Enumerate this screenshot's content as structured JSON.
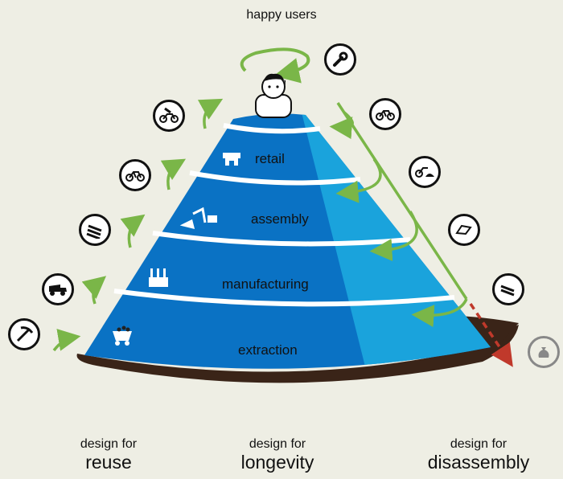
{
  "top_label": "happy users",
  "layers": [
    {
      "label": "retail",
      "icon": "shop-icon"
    },
    {
      "label": "assembly",
      "icon": "robot-arm-icon"
    },
    {
      "label": "manufacturing",
      "icon": "factory-icon"
    },
    {
      "label": "extraction",
      "icon": "mine-cart-icon"
    }
  ],
  "bottom": {
    "reuse": {
      "prefix": "design for",
      "title": "reuse"
    },
    "longevity": {
      "prefix": "design for",
      "title": "longevity"
    },
    "disassembly": {
      "prefix": "design for",
      "title": "disassembly"
    }
  },
  "icons": {
    "left": [
      "pickaxe-icon",
      "dump-truck-icon",
      "raw-material-bars-icon",
      "bikes-icon",
      "bike-repair-icon"
    ],
    "right": [
      "wrench-icon",
      "bicycle-icon",
      "bike-parts-icon",
      "bike-frame-icon",
      "tubes-icon",
      "waste-bag-icon"
    ]
  },
  "colors": {
    "background": "#eeeee4",
    "pyramid_dark": "#0a72c4",
    "pyramid_light": "#1aa3dc",
    "arrow_green": "#7ab648",
    "arrow_red": "#c0392b",
    "ground": "#3a2418"
  }
}
